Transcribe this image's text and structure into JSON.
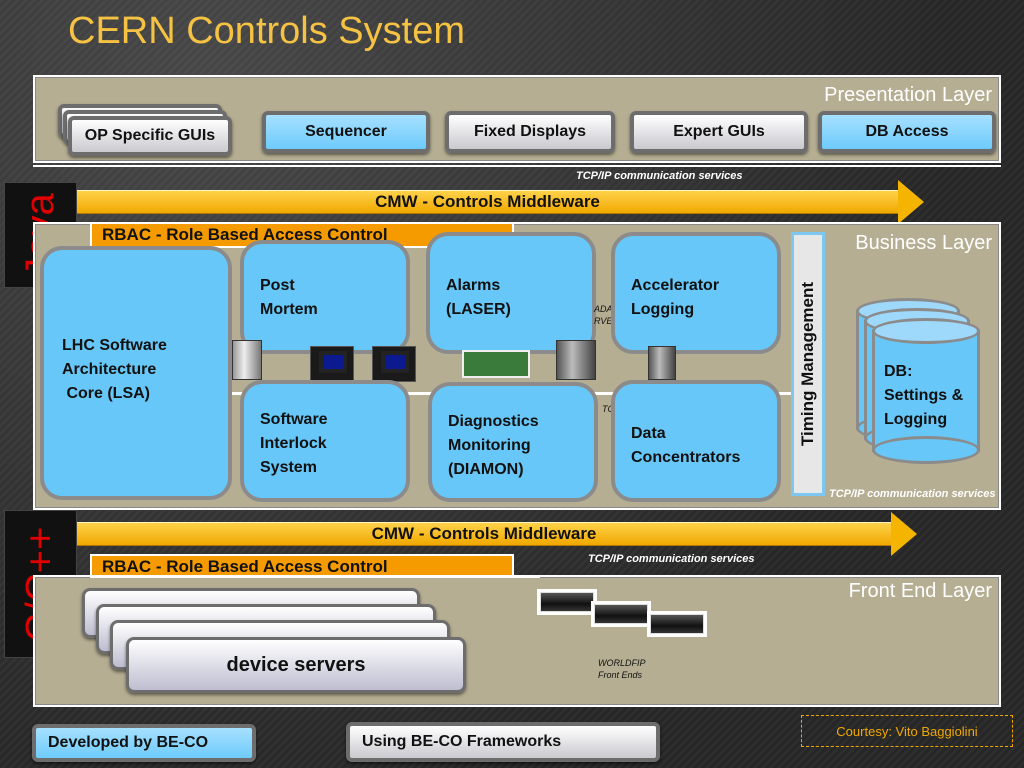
{
  "title": "CERN Controls System",
  "presentation_layer": {
    "label": "Presentation Layer",
    "buttons": {
      "op_specific": "OP Specific GUIs",
      "sequencer": "Sequencer",
      "fixed_displays": "Fixed Displays",
      "expert_guis": "Expert GUIs",
      "db_access": "DB Access"
    }
  },
  "tcp_ip": "TCP/IP communication services",
  "cmw": "CMW - Controls Middleware",
  "rbac": "RBAC - Role Based Access Control",
  "lang_java": "Java",
  "lang_cpp": "C/C++",
  "business_layer": {
    "label": "Business Layer",
    "lsa": [
      "LHC Software",
      "Architecture",
      " Core (LSA)"
    ],
    "post_mortem": [
      "Post",
      "Mortem"
    ],
    "alarms": [
      "Alarms",
      "(LASER)"
    ],
    "accel_logging": [
      "Accelerator",
      "Logging"
    ],
    "software_interlock": [
      "Software",
      "Interlock",
      "System"
    ],
    "diamon": [
      "Diagnostics",
      "Monitoring",
      "(DIAMON)"
    ],
    "data_concentrators": [
      "Data",
      "Concentrators"
    ],
    "timing": "Timing Management",
    "db": [
      "DB:",
      "Settings &",
      "Logging"
    ],
    "hidden_fragments": [
      "ADA",
      "RVERS",
      "TC"
    ]
  },
  "front_end_layer": {
    "label": "Front End Layer",
    "device_servers": "device servers",
    "worldfip": [
      "WORLDFIP",
      "Front Ends"
    ]
  },
  "footer": {
    "developed": "Developed by BE-CO",
    "frameworks": "Using BE-CO Frameworks",
    "courtesy": "Courtesy: Vito Baggiolini"
  }
}
